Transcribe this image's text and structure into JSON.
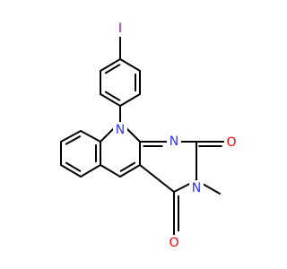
{
  "molecule": {
    "colors": {
      "bond": "#000000",
      "N": "#3333ff",
      "O": "#ff0000",
      "I": "#9400d3"
    },
    "atoms": {
      "iodine": "I",
      "n10": "N",
      "n1": "N",
      "n3": "N",
      "o2": "O",
      "o4": "O"
    }
  }
}
